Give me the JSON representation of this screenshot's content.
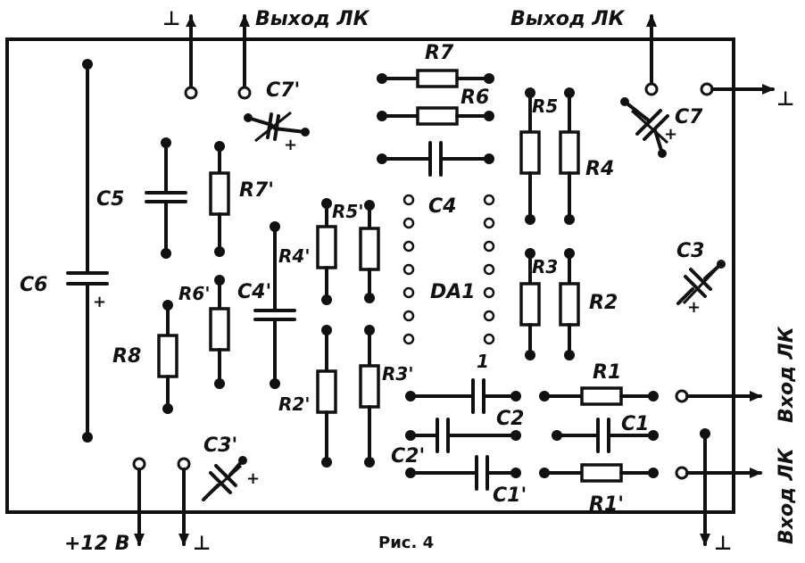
{
  "caption": "Рис. 4",
  "terminals": {
    "out_left": "Выход ЛК",
    "out_right": "Выход ЛК",
    "in_top": "Вход ЛК",
    "in_bottom": "Вход ЛК",
    "power": "+12 В",
    "ground": "⊥"
  },
  "components": {
    "C6": "C6",
    "C5": "C5",
    "R8": "R8",
    "R6p": "R6'",
    "R7p": "R7'",
    "C4p": "C4'",
    "R4p": "R4'",
    "R5p": "R5'",
    "R2p": "R2'",
    "R3p": "R3'",
    "C3p": "C3'",
    "C7p": "C7'",
    "R7": "R7",
    "R6": "R6",
    "C4": "C4",
    "DA1": "DA1",
    "pin1": "1",
    "R5": "R5",
    "R4": "R4",
    "R3": "R3",
    "R2": "R2",
    "C7": "C7",
    "C3": "C3",
    "R1": "R1",
    "C1": "C1",
    "R1p": "R1'",
    "C2": "C2",
    "C2p": "C2'",
    "C1p": "C1'",
    "C6_plus": "+"
  }
}
